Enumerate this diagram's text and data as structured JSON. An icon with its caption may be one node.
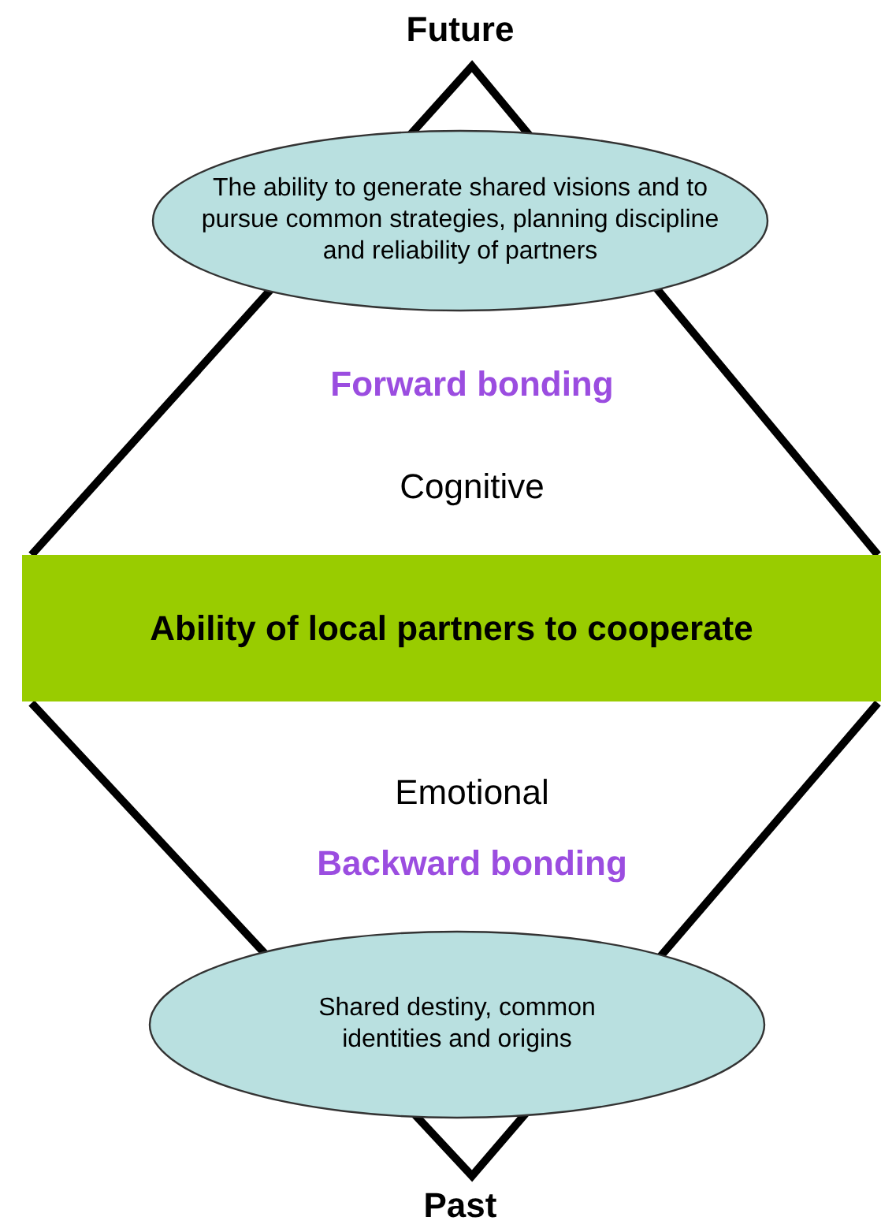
{
  "diagram": {
    "nodes": [
      {
        "text": [
          "Forward bonding",
          "Cognitive"
        ]
      },
      {
        "text": [
          "The ability to generate shared visions and to pursue common strategies, planning discipline and reliability of partners"
        ],
        "in": 0
      },
      {
        "text": [
          "Ability of local partners to cooperate"
        ]
      },
      {
        "text": [
          "Emotional",
          "Backward bonding"
        ]
      },
      {
        "text": [
          "Shared destiny, common identities and origins"
        ],
        "in": 3
      }
    ],
    "labels": [
      "Future",
      "Past"
    ]
  }
}
